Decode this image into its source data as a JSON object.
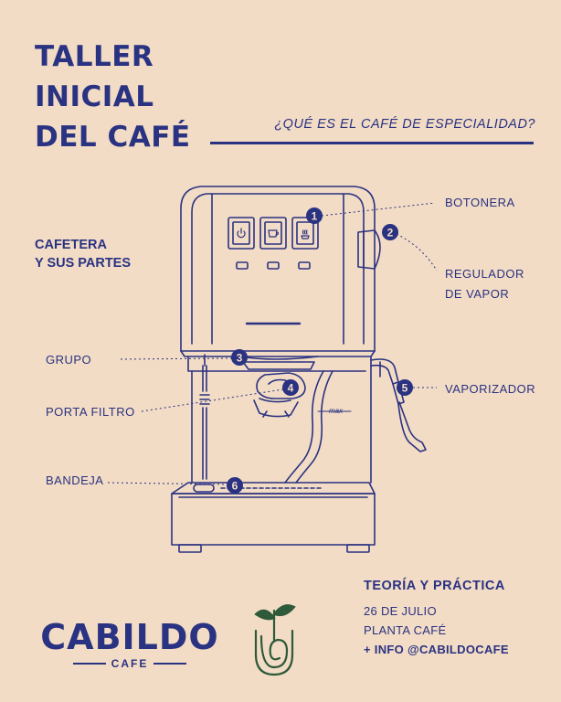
{
  "header": {
    "title_lines": [
      "TALLER",
      "INICIAL",
      "DEL CAFÉ"
    ],
    "subtitle": "¿QUÉ ES EL CAFÉ DE ESPECIALIDAD?"
  },
  "diagram": {
    "title_lines": [
      "CAFETERA",
      "Y SUS PARTES"
    ],
    "machine_brand": "max",
    "parts": [
      {
        "num": "1",
        "label": "BOTONERA"
      },
      {
        "num": "2",
        "label_lines": [
          "REGULADOR",
          "DE VAPOR"
        ]
      },
      {
        "num": "3",
        "label": "GRUPO"
      },
      {
        "num": "4",
        "label": "PORTA FILTRO"
      },
      {
        "num": "5",
        "label": "VAPORIZADOR"
      },
      {
        "num": "6",
        "label": "BANDEJA"
      }
    ],
    "button_icons": [
      "power-icon",
      "cup-icon",
      "steam-icon"
    ]
  },
  "event": {
    "heading": "TEORÍA Y PRÁCTICA",
    "date": "26 DE JULIO",
    "place": "PLANTA CAFÉ",
    "contact": "+ INFO @CABILDOCAFE"
  },
  "brand": {
    "name": "CABILDO",
    "sub": "CAFE"
  },
  "colors": {
    "background": "#f2dcc5",
    "primary": "#2a3282",
    "logo_green": "#2e5a3a"
  }
}
